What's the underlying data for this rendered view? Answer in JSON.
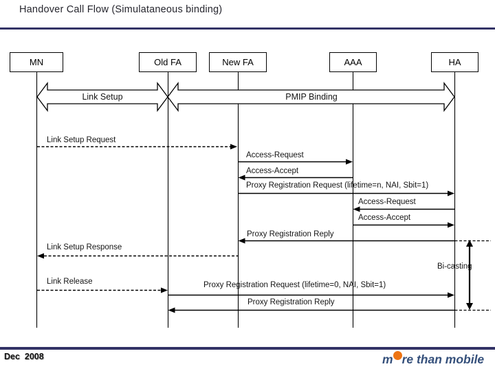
{
  "title": "Handover Call Flow (Simulataneous binding)",
  "entities": [
    {
      "label": "MN"
    },
    {
      "label": "Old FA"
    },
    {
      "label": "New FA"
    },
    {
      "label": "AAA"
    },
    {
      "label": "HA"
    }
  ],
  "phase_bands": [
    {
      "label": "Link Setup",
      "between": [
        "MN",
        "Old FA"
      ]
    },
    {
      "label": "PMIP Binding",
      "between": [
        "Old FA",
        "HA"
      ]
    }
  ],
  "messages": [
    {
      "label": "Link Setup Request",
      "style": "dashed",
      "from": "MN",
      "to": "New FA"
    },
    {
      "label": "Access-Request",
      "style": "solid",
      "from": "New FA",
      "to": "AAA"
    },
    {
      "label": "Access-Accept",
      "style": "solid",
      "from": "AAA",
      "to": "New FA"
    },
    {
      "label": "Proxy Registration Request (lifetime=n, NAI, Sbit=1)",
      "style": "solid",
      "from": "New FA",
      "to": "HA"
    },
    {
      "label": "Access-Request",
      "style": "solid",
      "from": "HA",
      "to": "AAA"
    },
    {
      "label": "Access-Accept",
      "style": "solid",
      "from": "AAA",
      "to": "HA"
    },
    {
      "label": "Proxy Registration Reply",
      "style": "solid",
      "from": "HA",
      "to": "New FA"
    },
    {
      "label": "Link Setup Response",
      "style": "dashed",
      "from": "New FA",
      "to": "MN"
    },
    {
      "label": "Link Release",
      "style": "dashed",
      "from": "MN",
      "to": "Old FA"
    },
    {
      "label": "Proxy Registration Request (lifetime=0, NAI, Sbit=1)",
      "style": "solid",
      "from": "Old FA",
      "to": "HA"
    },
    {
      "label": "Proxy Registration Reply",
      "style": "solid",
      "from": "HA",
      "to": "Old FA"
    }
  ],
  "annotation": {
    "bicasting": "Bi-casting"
  },
  "footer": {
    "date": "Dec  2008",
    "logo_m": "m",
    "logo_rest": "re than mobile"
  },
  "colors": {
    "rule_navy": "#333366",
    "logo_navy": "#35507B",
    "logo_orange": "#EE7412"
  }
}
